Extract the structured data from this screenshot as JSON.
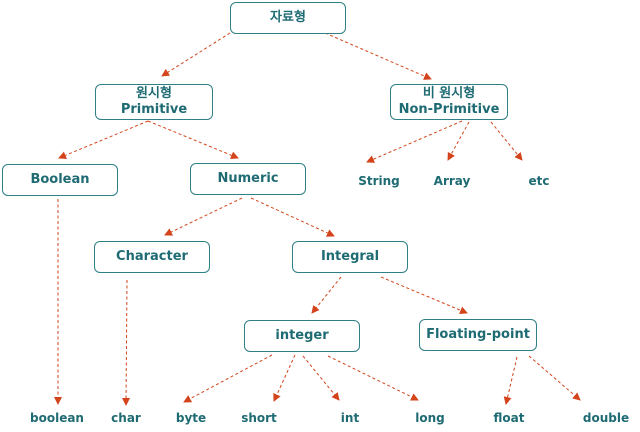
{
  "colors": {
    "node_border": "#2f7f86",
    "text": "#1f6b73",
    "edge": "#d3441c"
  },
  "nodes": {
    "datatype": {
      "label": "자료형"
    },
    "primitive": {
      "label_ko": "원시형",
      "label_en": "Primitive"
    },
    "non_primitive": {
      "label_ko": "비 원시형",
      "label_en": "Non-Primitive"
    },
    "boolean": {
      "label": "Boolean"
    },
    "numeric": {
      "label": "Numeric"
    },
    "character": {
      "label": "Character"
    },
    "integral": {
      "label": "Integral"
    },
    "integer": {
      "label": "integer"
    },
    "floating_point": {
      "label": "Floating-point"
    }
  },
  "leaves": {
    "string": "String",
    "array": "Array",
    "etc": "etc",
    "boolean": "boolean",
    "char": "char",
    "byte": "byte",
    "short": "short",
    "int": "int",
    "long": "long",
    "float": "float",
    "double": "double"
  }
}
